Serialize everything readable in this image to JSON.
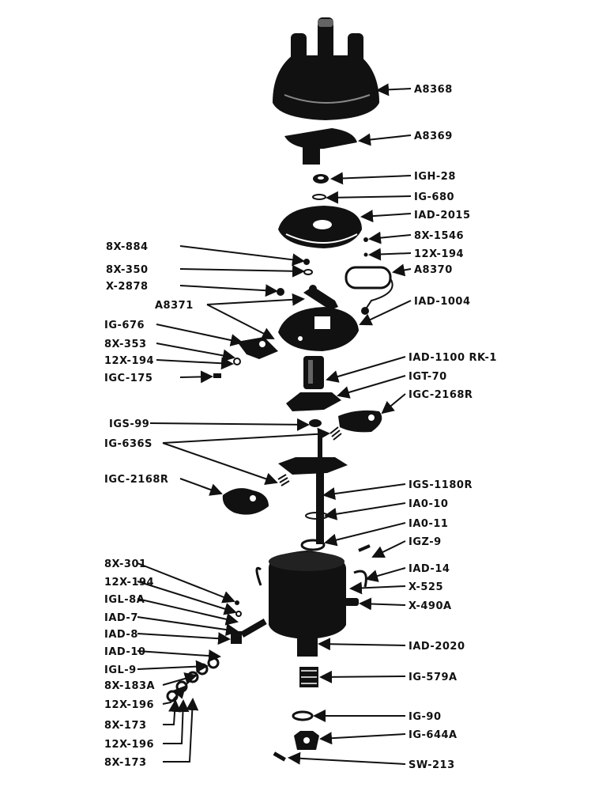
{
  "diagram": {
    "labels_right": [
      "A8368",
      "A8369",
      "IGH-28",
      "IG-680",
      "IAD-2015",
      "8X-1546",
      "12X-194",
      "A8370",
      "IAD-1004",
      "IAD-1100 RK-1",
      "IGT-70",
      "IGC-2168R",
      "IGS-1180R",
      "IA0-10",
      "IA0-11",
      "IGZ-9",
      "IAD-14",
      "X-525",
      "X-490A",
      "IAD-2020",
      "IG-579A",
      "IG-90",
      "IG-644A",
      "SW-213"
    ],
    "labels_left": [
      "8X-884",
      "8X-350",
      "X-2878",
      "A8371",
      "IG-676",
      "8X-353",
      "12X-194",
      "IGC-175",
      "IGS-99",
      "IG-636S",
      "IGC-2168R",
      "8X-301",
      "12X-194",
      "IGL-8A",
      "IAD-7",
      "IAD-8",
      "IAD-10",
      "IGL-9",
      "8X-183A",
      "12X-196",
      "8X-173",
      "12X-196",
      "8X-173"
    ]
  }
}
